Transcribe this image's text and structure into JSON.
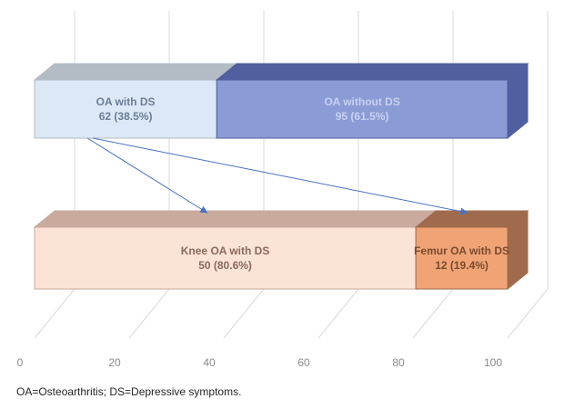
{
  "chart_data": {
    "type": "bar",
    "orientation": "horizontal",
    "stacked": true,
    "three_d": true,
    "xlim": [
      0,
      100
    ],
    "x_ticks": [
      "0",
      "20",
      "40",
      "60",
      "80",
      "100"
    ],
    "grid": true,
    "rows": [
      {
        "segments": [
          {
            "label": "OA with DS",
            "value_text": "62 (38.5%)",
            "value": 38.5,
            "color": "#dde8f7",
            "side_color": "#b3bcc4",
            "text_color": "#6b7e95"
          },
          {
            "label": "OA without DS",
            "value_text": "95 (61.5%)",
            "value": 61.5,
            "color": "#8a9bd6",
            "side_color": "#4f5f9f",
            "text_color": "#c9d1ef"
          }
        ]
      },
      {
        "segments": [
          {
            "label": "Knee OA with DS",
            "value_text": "50 (80.6%)",
            "value": 80.6,
            "color": "#fbe3d5",
            "side_color": "#c9aa9c",
            "text_color": "#8a6a5a"
          },
          {
            "label": "Femur OA with DS",
            "value_text": "12 (19.4%)",
            "value": 19.4,
            "color": "#f0a476",
            "side_color": "#a06b4c",
            "text_color": "#7a4a2e"
          }
        ]
      }
    ],
    "arrow_color": "#4472c4"
  },
  "footnote": "OA=Osteoarthritis; DS=Depressive symptoms."
}
